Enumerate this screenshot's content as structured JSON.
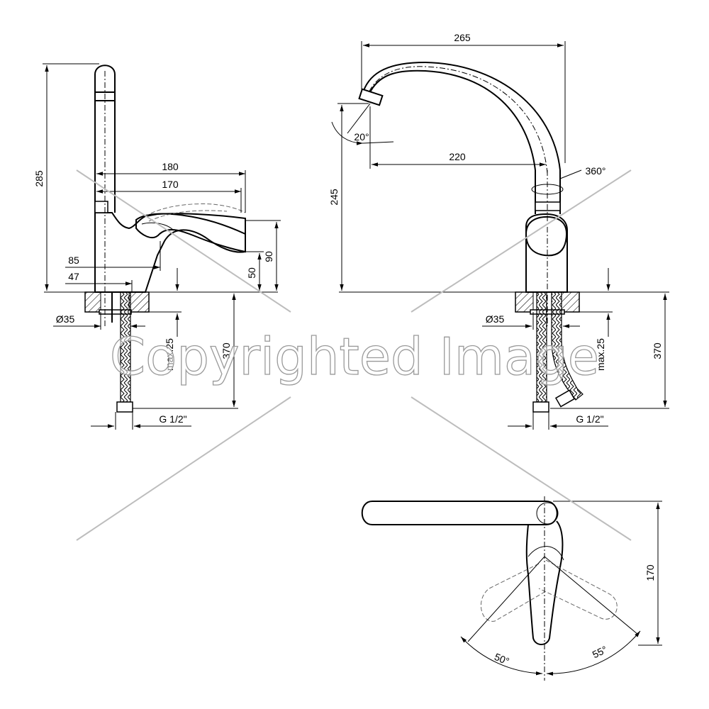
{
  "side_view": {
    "height_total": "285",
    "length_outer": "180",
    "length_inner": "170",
    "offset_85": "85",
    "offset_47": "47",
    "height_50": "50",
    "height_90": "90",
    "diameter": "Ø35",
    "max_thickness": "max.25",
    "hose_length": "370",
    "thread": "G 1/2\""
  },
  "front_view": {
    "width_total": "265",
    "reach": "220",
    "height": "245",
    "tilt_angle": "20°",
    "rotation": "360°",
    "diameter": "Ø35",
    "max_thickness": "max.25",
    "hose_length": "370",
    "thread": "G 1/2\""
  },
  "top_view": {
    "depth": "170",
    "angle_left": "50°",
    "angle_right": "55°"
  },
  "watermark": {
    "text": "Copyrighted Image"
  }
}
